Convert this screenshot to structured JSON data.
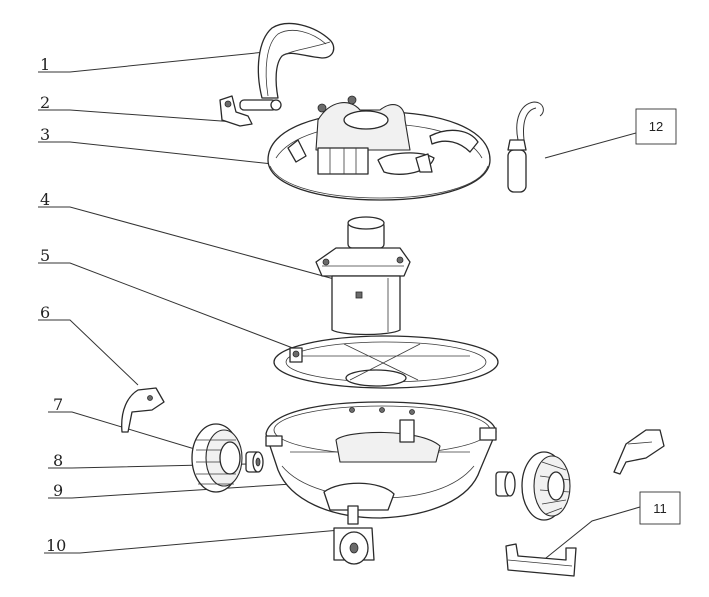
{
  "callouts": [
    {
      "number": "1"
    },
    {
      "number": "2"
    },
    {
      "number": "3"
    },
    {
      "number": "4"
    },
    {
      "number": "5"
    },
    {
      "number": "6"
    },
    {
      "number": "7"
    },
    {
      "number": "8"
    },
    {
      "number": "9"
    },
    {
      "number": "10"
    },
    {
      "number": "11"
    },
    {
      "number": "12"
    }
  ],
  "parts": [
    {
      "icon": "handle-icon"
    },
    {
      "icon": "handle-clip-icon"
    },
    {
      "icon": "top-cover-icon"
    },
    {
      "icon": "motor-unit-icon"
    },
    {
      "icon": "filter-frame-icon"
    },
    {
      "icon": "side-bracket-icon"
    },
    {
      "icon": "left-wheel-icon"
    },
    {
      "icon": "bearing-icon"
    },
    {
      "icon": "base-body-icon"
    },
    {
      "icon": "swivel-caster-icon"
    },
    {
      "icon": "brush-holder-icon"
    },
    {
      "icon": "hook-cable-icon"
    }
  ]
}
